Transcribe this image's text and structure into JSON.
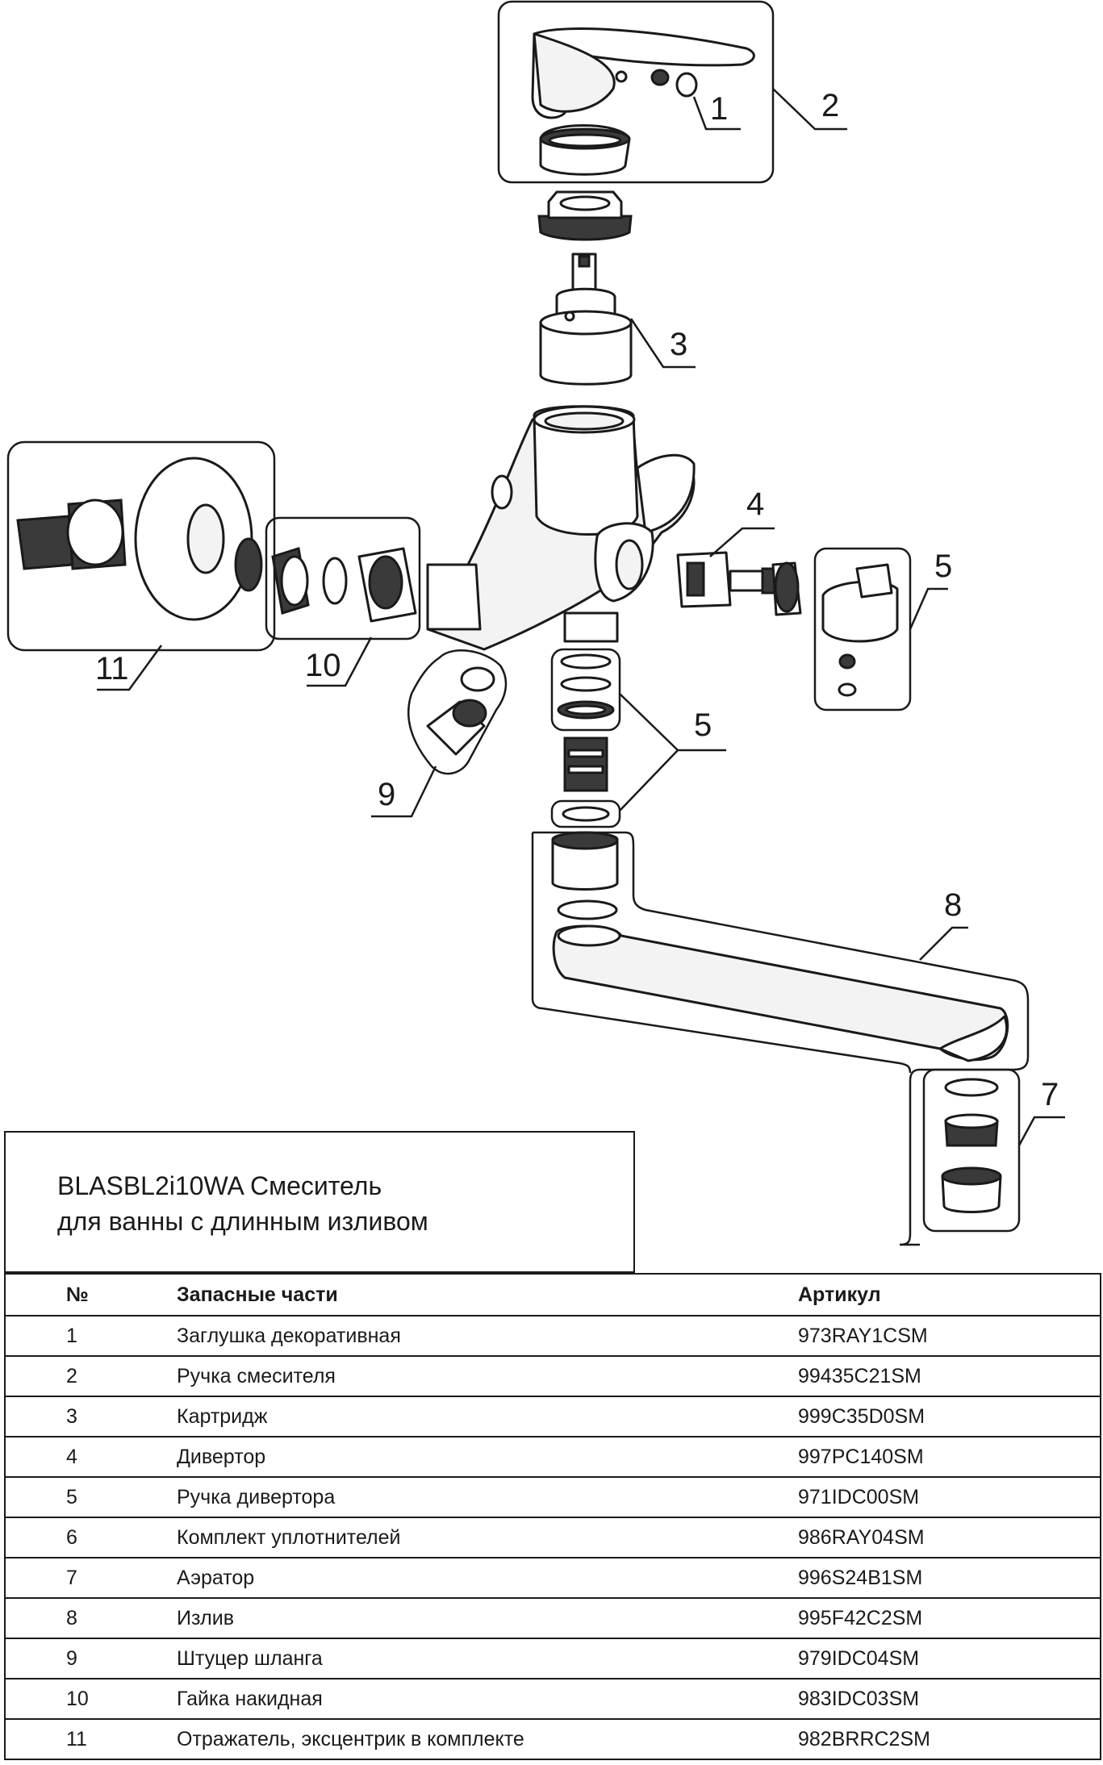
{
  "diagram": {
    "callouts": [
      {
        "id": "c1",
        "label": "1"
      },
      {
        "id": "c2",
        "label": "2"
      },
      {
        "id": "c3",
        "label": "3"
      },
      {
        "id": "c4",
        "label": "4"
      },
      {
        "id": "c5a",
        "label": "5"
      },
      {
        "id": "c5b",
        "label": "5"
      },
      {
        "id": "c7",
        "label": "7"
      },
      {
        "id": "c8",
        "label": "8"
      },
      {
        "id": "c9",
        "label": "9"
      },
      {
        "id": "c10",
        "label": "10"
      },
      {
        "id": "c11",
        "label": "11"
      }
    ]
  },
  "title": {
    "line1": "BLASBL2i10WA Смеситель",
    "line2": "для ванны с длинным изливом"
  },
  "table": {
    "headers": {
      "no": "№",
      "name": "Запасные части",
      "article": "Артикул"
    },
    "rows": [
      {
        "no": "1",
        "name": "Заглушка декоративная",
        "article": "973RAY1CSM"
      },
      {
        "no": "2",
        "name": "Ручка смесителя",
        "article": "99435C21SM"
      },
      {
        "no": "3",
        "name": "Картридж",
        "article": "999C35D0SM"
      },
      {
        "no": "4",
        "name": "Дивертор",
        "article": "997PC140SM"
      },
      {
        "no": "5",
        "name": "Ручка дивертора",
        "article": "971IDC00SM"
      },
      {
        "no": "6",
        "name": "Комплект уплотнителей",
        "article": "986RAY04SM"
      },
      {
        "no": "7",
        "name": "Аэратор",
        "article": "996S24B1SM"
      },
      {
        "no": "8",
        "name": "Излив",
        "article": "995F42C2SM"
      },
      {
        "no": "9",
        "name": "Штуцер шланга",
        "article": "979IDC04SM"
      },
      {
        "no": "10",
        "name": "Гайка накидная",
        "article": "983IDC03SM"
      },
      {
        "no": "11",
        "name": "Отражатель, эксцентрик в комплекте",
        "article": "982BRRC2SM"
      }
    ]
  }
}
